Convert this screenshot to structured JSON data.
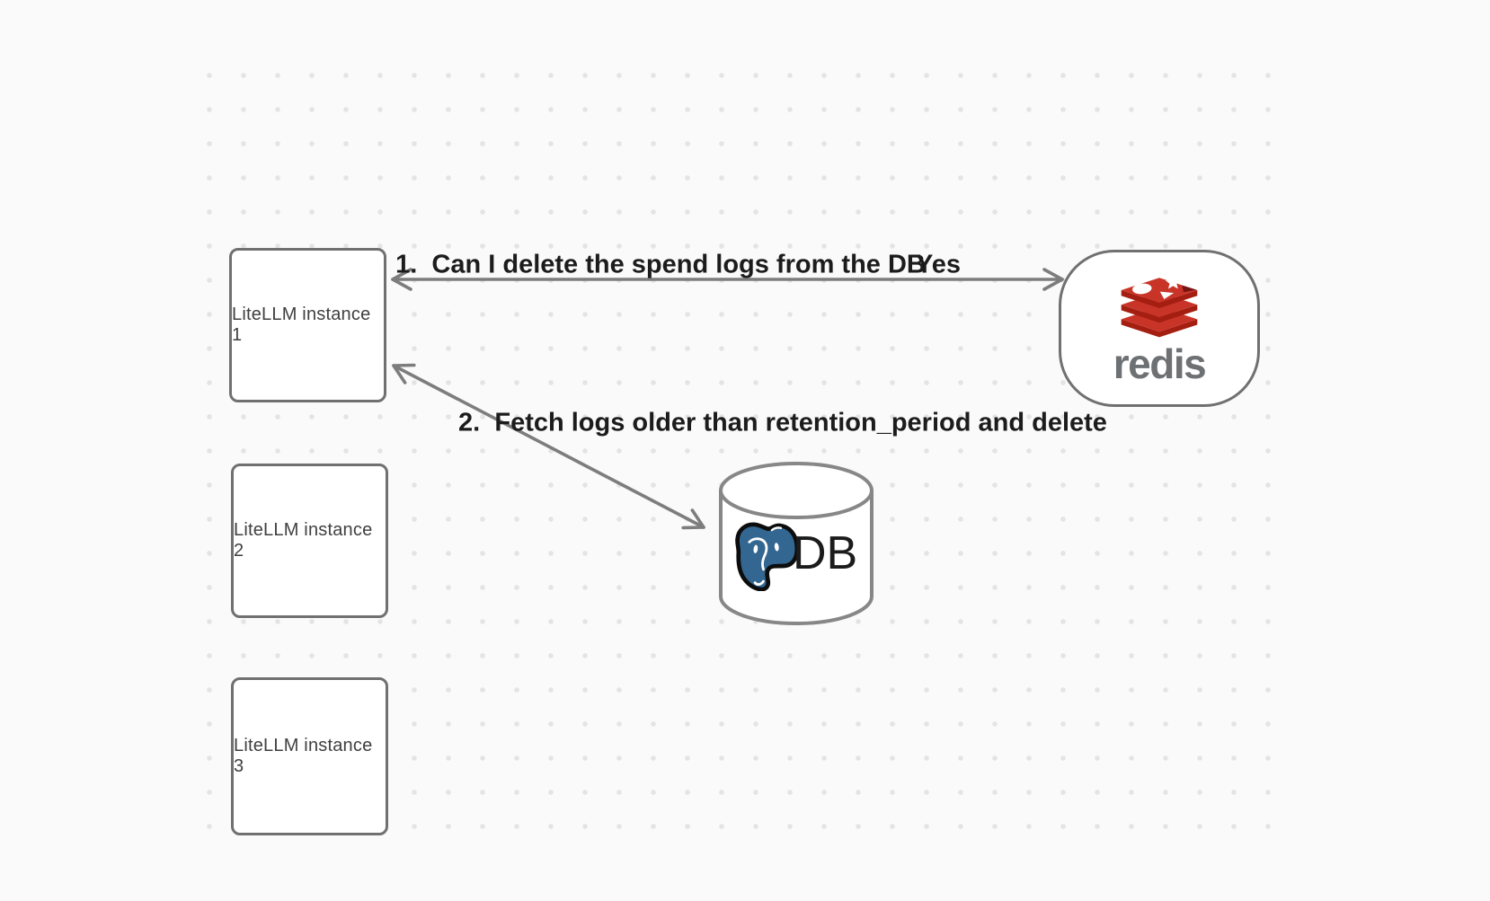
{
  "diagram": {
    "instances": [
      {
        "label": "LiteLLM instance 1"
      },
      {
        "label": "LiteLLM instance 2"
      },
      {
        "label": "LiteLLM instance 3"
      }
    ],
    "redis": {
      "wordmark": "redis",
      "icon": "redis-stack-logo"
    },
    "database": {
      "label": "DB",
      "icon": "postgresql-elephant-logo"
    },
    "flows": [
      {
        "label": "1.  Can I delete the spend logs from the DB",
        "reply": "Yes"
      },
      {
        "label": "2.  Fetch logs older than retention_period and delete"
      }
    ]
  },
  "colors": {
    "background": "#fafafa",
    "grid_dot": "#e4e4e4",
    "node_border": "#707070",
    "arrow": "#7d7d7d",
    "label_text": "#1c1c1c",
    "node_text": "#3f3f3f",
    "redis_red": "#C93428",
    "redis_red_dark": "#A41E11",
    "redis_wordmark": "#6e7173",
    "postgres_blue": "#336791"
  }
}
